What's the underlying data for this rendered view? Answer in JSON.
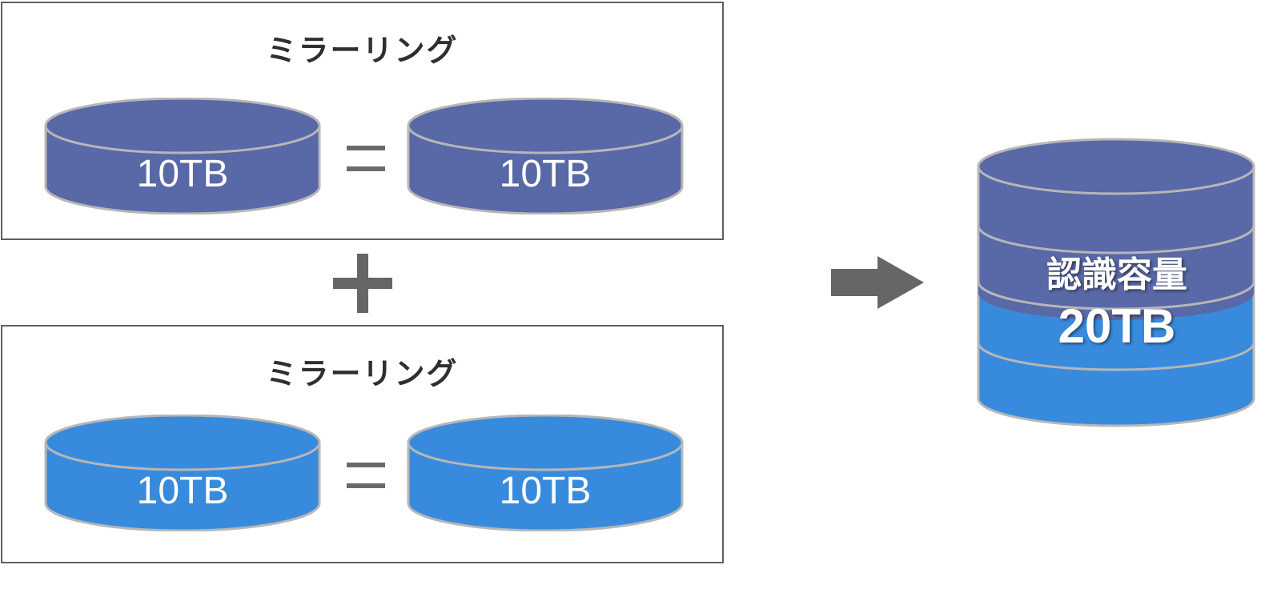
{
  "colors": {
    "disk_purple": "#5968a6",
    "disk_blue": "#388bdc",
    "disk_outline": "#b7b7b7",
    "symbol_gray": "#666666",
    "panel_border": "#5f5f5f"
  },
  "mirror_top": {
    "title": "ミラーリング",
    "disk_left": "10TB",
    "disk_right": "10TB"
  },
  "mirror_bottom": {
    "title": "ミラーリング",
    "disk_left": "10TB",
    "disk_right": "10TB"
  },
  "symbols": {
    "plus": "plus-icon",
    "equals": "equals-icon",
    "arrow": "arrow-right-icon"
  },
  "result": {
    "caption": "認識容量",
    "value": "20TB"
  }
}
